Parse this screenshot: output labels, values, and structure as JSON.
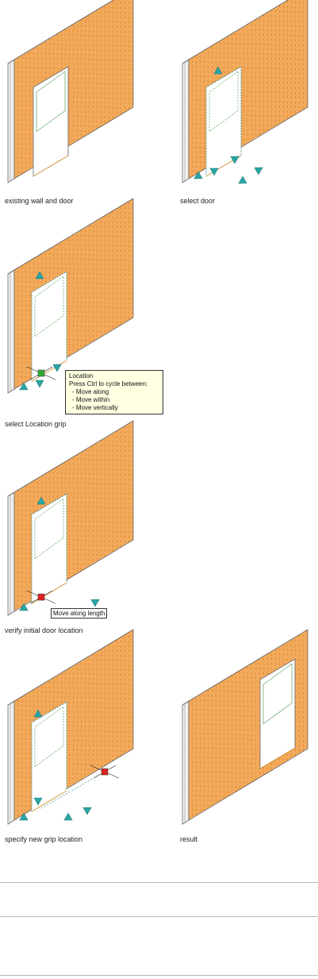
{
  "captions": {
    "existing": "existing wall and door",
    "select_door": "select door",
    "select_grip": "select Location grip",
    "verify": "verify initial door location",
    "specify": "specify new grip location",
    "result": "result"
  },
  "tooltip": {
    "title": "Location",
    "line": "Press Ctrl to cycle between:",
    "options": [
      "- Move along",
      "- Move within",
      "- Move vertically"
    ]
  },
  "move_tag": "Move along length",
  "colors": {
    "brick": "#f3a65a",
    "mortar": "#ffffff",
    "wall_edge": "#6b6b6b",
    "grip_arrow": "#2aa6a6",
    "grip_selected": "#33aa33",
    "grip_hot": "#dd2222"
  }
}
